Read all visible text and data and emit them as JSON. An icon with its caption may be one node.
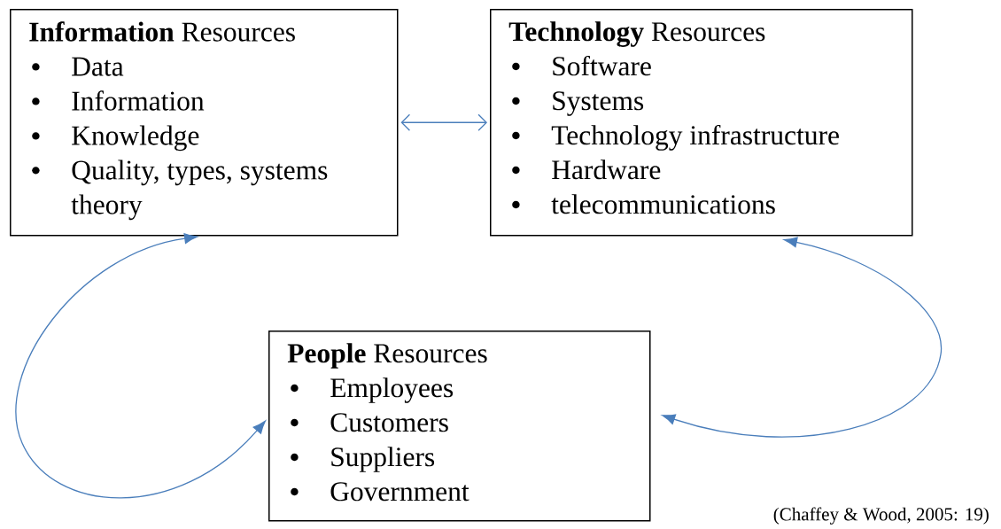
{
  "diagram": {
    "caption": "(Chaffey & Wood, 2005: 19)",
    "nodes": [
      {
        "text": [
          "**Information** Resources",
          "Data",
          "Information",
          "Knowledge",
          "Quality, types, systems theory"
        ]
      },
      {
        "text": [
          "**Technology** Resources",
          "Software",
          "Systems",
          "Technology infrastructure",
          "Hardware",
          "telecommunications"
        ]
      },
      {
        "text": [
          "**People** Resources",
          "Employees",
          "Customers",
          "Suppliers",
          "Government"
        ]
      }
    ],
    "edges": [
      {
        "from": 0,
        "to": 1,
        "arrow": "both"
      },
      {
        "from": 0,
        "to": 2,
        "arrow": "both"
      },
      {
        "from": 1,
        "to": 2,
        "arrow": "both"
      }
    ]
  }
}
